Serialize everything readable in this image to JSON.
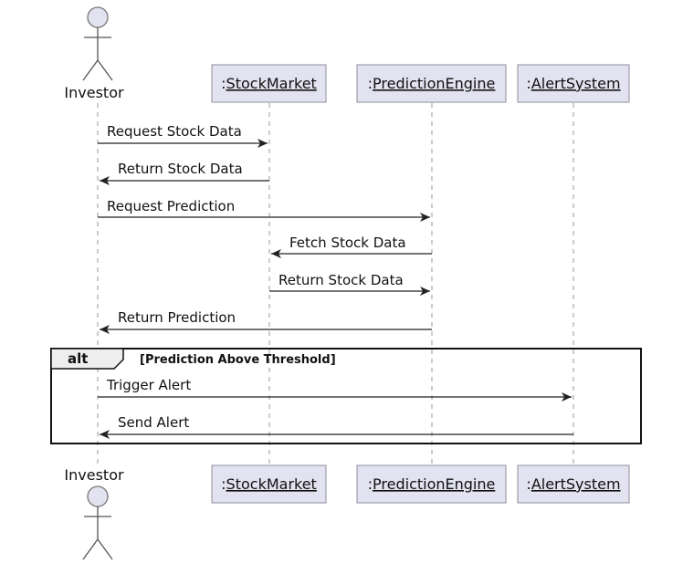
{
  "actor": {
    "name": "Investor"
  },
  "participants": [
    {
      "prefix": ":",
      "name": "StockMarket"
    },
    {
      "prefix": ":",
      "name": "PredictionEngine"
    },
    {
      "prefix": ":",
      "name": "AlertSystem"
    }
  ],
  "messages": [
    {
      "label": "Request Stock Data",
      "from": "Investor",
      "to": "StockMarket"
    },
    {
      "label": "Return Stock Data",
      "from": "StockMarket",
      "to": "Investor"
    },
    {
      "label": "Request Prediction",
      "from": "Investor",
      "to": "PredictionEngine"
    },
    {
      "label": "Fetch Stock Data",
      "from": "PredictionEngine",
      "to": "StockMarket"
    },
    {
      "label": "Return Stock Data",
      "from": "StockMarket",
      "to": "PredictionEngine"
    },
    {
      "label": "Return Prediction",
      "from": "PredictionEngine",
      "to": "Investor"
    },
    {
      "label": "Trigger Alert",
      "from": "Investor",
      "to": "AlertSystem"
    },
    {
      "label": "Send Alert",
      "from": "AlertSystem",
      "to": "Investor"
    }
  ],
  "fragment": {
    "keyword": "alt",
    "guard": "[Prediction Above Threshold]"
  }
}
